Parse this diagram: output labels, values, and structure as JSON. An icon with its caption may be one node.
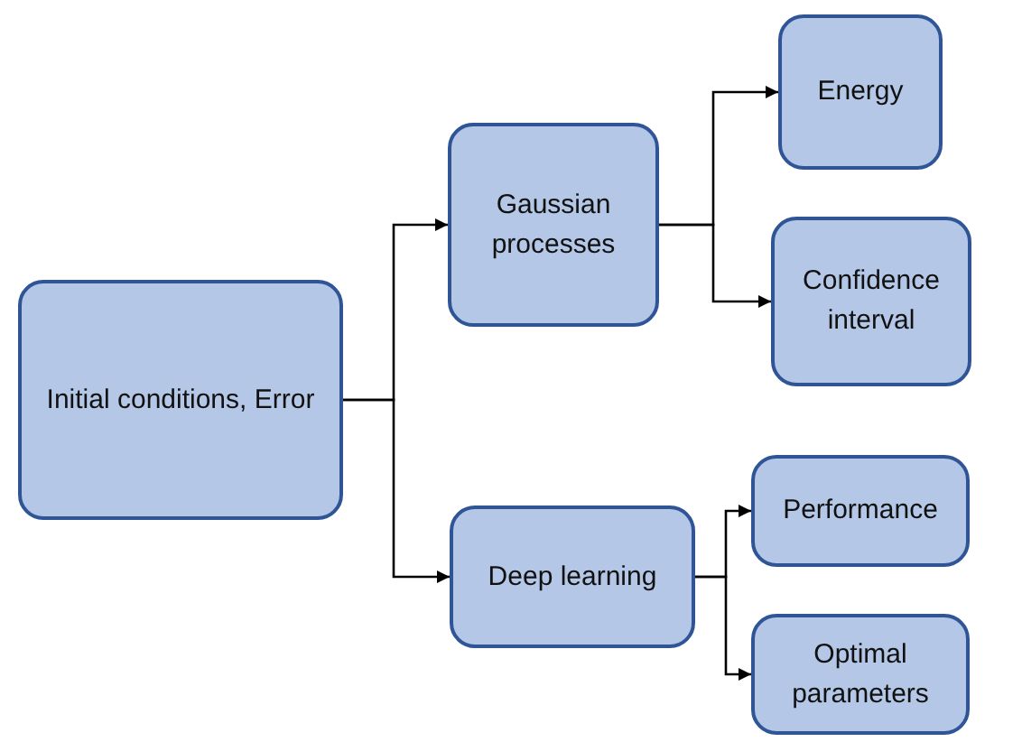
{
  "diagram": {
    "nodes": [
      {
        "text": [
          "Initial conditions, Error"
        ]
      },
      {
        "text": [
          "Gaussian processes"
        ]
      },
      {
        "text": [
          "Energy"
        ]
      },
      {
        "text": [
          "Confidence interval"
        ]
      },
      {
        "text": [
          "Deep learning"
        ]
      },
      {
        "text": [
          "Performance"
        ]
      },
      {
        "text": [
          "Optimal parameters"
        ]
      }
    ],
    "edges": [
      {
        "from": 0,
        "to": 1,
        "arrow": "to"
      },
      {
        "from": 0,
        "to": 4,
        "arrow": "to"
      },
      {
        "from": 1,
        "to": 2,
        "arrow": "to"
      },
      {
        "from": 1,
        "to": 3,
        "arrow": "to"
      },
      {
        "from": 4,
        "to": 5,
        "arrow": "to"
      },
      {
        "from": 4,
        "to": 6,
        "arrow": "to"
      }
    ]
  }
}
